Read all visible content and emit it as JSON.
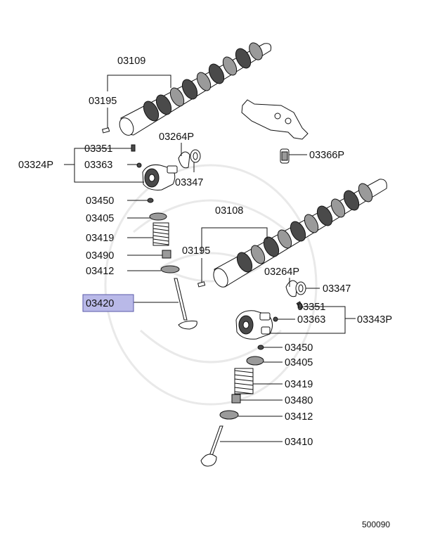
{
  "labels": {
    "cam_upper": "03109",
    "pin_upper": "03195",
    "adjuster_upper_bolt": "03351",
    "adjuster_upper_assembly": "03324P",
    "adjuster_upper_nut": "03363",
    "gasket_upper": "03264P",
    "seal_upper": "03347",
    "retainer_upper": "03450",
    "seat_upper": "03405",
    "spring_upper": "03419",
    "stem_seal_upper": "03490",
    "washer_upper": "03412",
    "valve_intake": "03420",
    "bracket_plunger": "03366P",
    "cam_lower": "03108",
    "pin_lower": "03195",
    "gasket_lower": "03264P",
    "seal_lower": "03347",
    "adjuster_lower_bolt": "03351",
    "adjuster_lower_nut": "03363",
    "adjuster_lower_assembly": "03343P",
    "retainer_lower": "03450",
    "seat_lower": "03405",
    "spring_lower": "03419",
    "stem_seal_lower": "03480",
    "washer_lower": "03412",
    "valve_exhaust": "03410",
    "diagram_number": "500090"
  },
  "highlight": {
    "part": "03420",
    "fill_color": "#b9b9e8",
    "border_color": "#5a5aa8"
  }
}
